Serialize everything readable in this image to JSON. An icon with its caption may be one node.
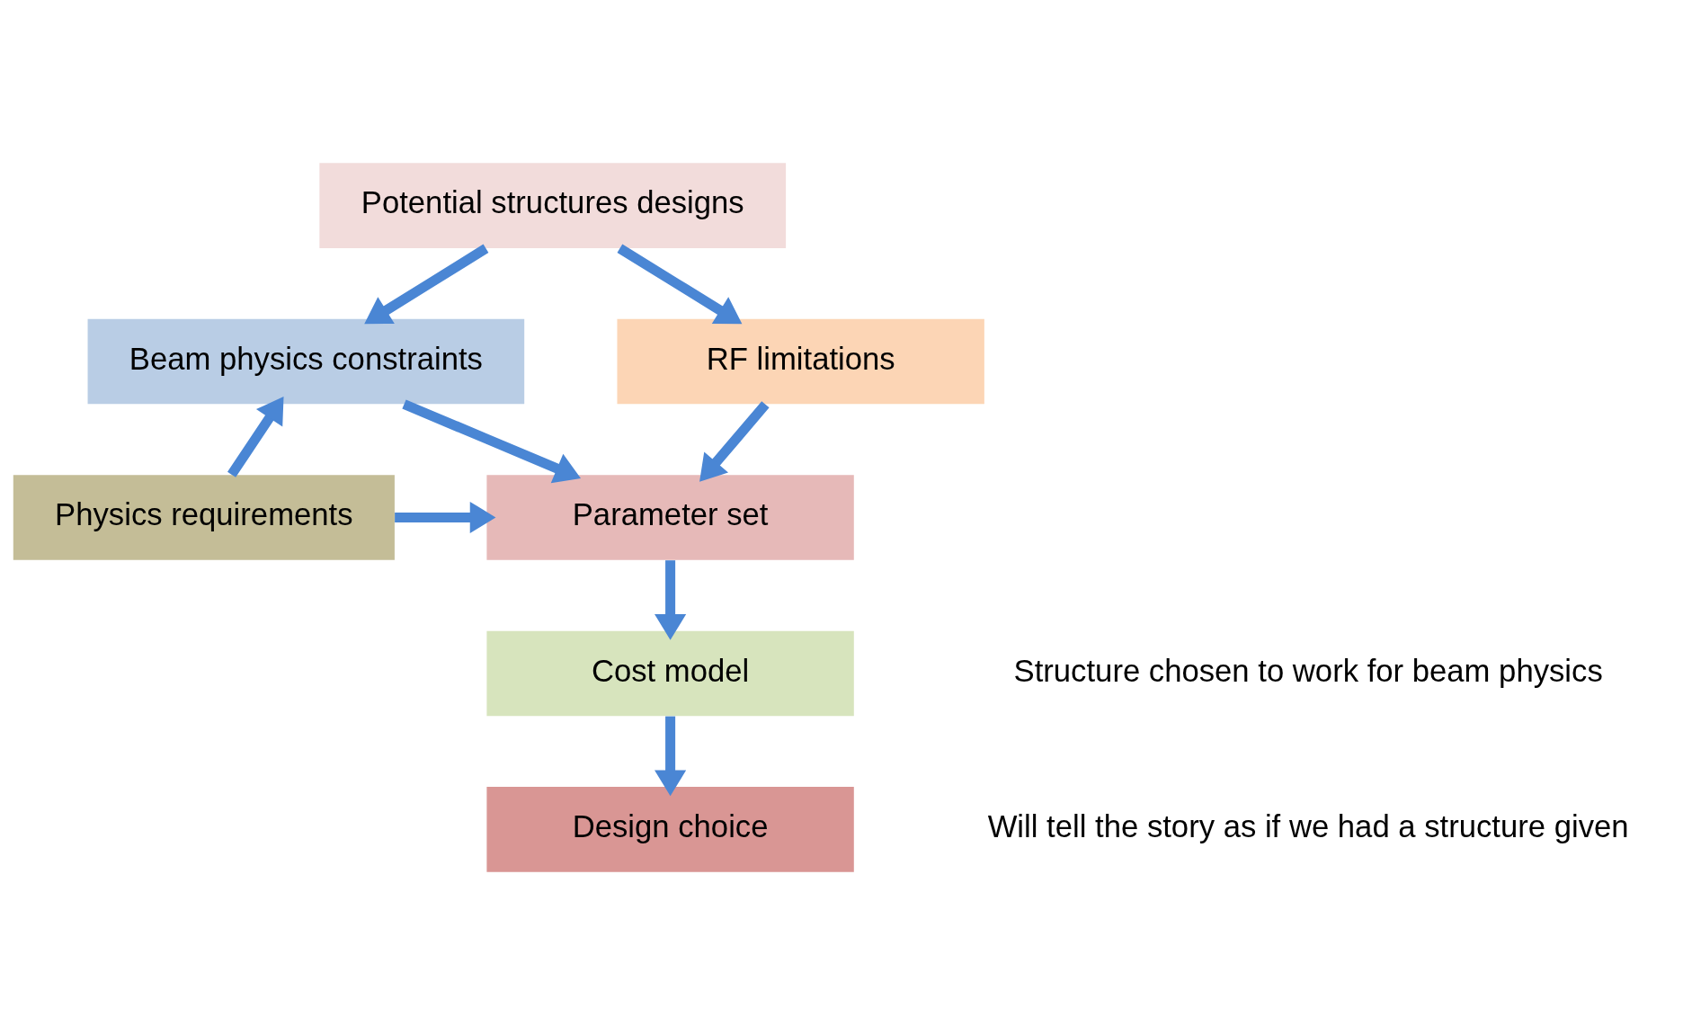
{
  "diagram": {
    "nodes": [
      {
        "text": [
          "Potential structures designs"
        ]
      },
      {
        "text": [
          "Beam physics constraints"
        ]
      },
      {
        "text": [
          "RF limitations"
        ]
      },
      {
        "text": [
          "Parameter set"
        ]
      },
      {
        "text": [
          "Physics requirements"
        ]
      },
      {
        "text": [
          "Cost model"
        ]
      },
      {
        "text": [
          "Design choice"
        ]
      }
    ],
    "edges": [
      {
        "from": 0,
        "to": 1,
        "arrow": "to"
      },
      {
        "from": 0,
        "to": 2,
        "arrow": "to"
      },
      {
        "from": 4,
        "to": 1,
        "arrow": "to"
      },
      {
        "from": 1,
        "to": 3,
        "arrow": "to"
      },
      {
        "from": 2,
        "to": 3,
        "arrow": "to"
      },
      {
        "from": 4,
        "to": 3,
        "arrow": "to"
      },
      {
        "from": 3,
        "to": 5,
        "arrow": "to"
      },
      {
        "from": 5,
        "to": 6,
        "arrow": "to"
      }
    ],
    "labels": [
      "Structure chosen to work for beam physics",
      "Will tell the story as if we had a structure given"
    ]
  }
}
